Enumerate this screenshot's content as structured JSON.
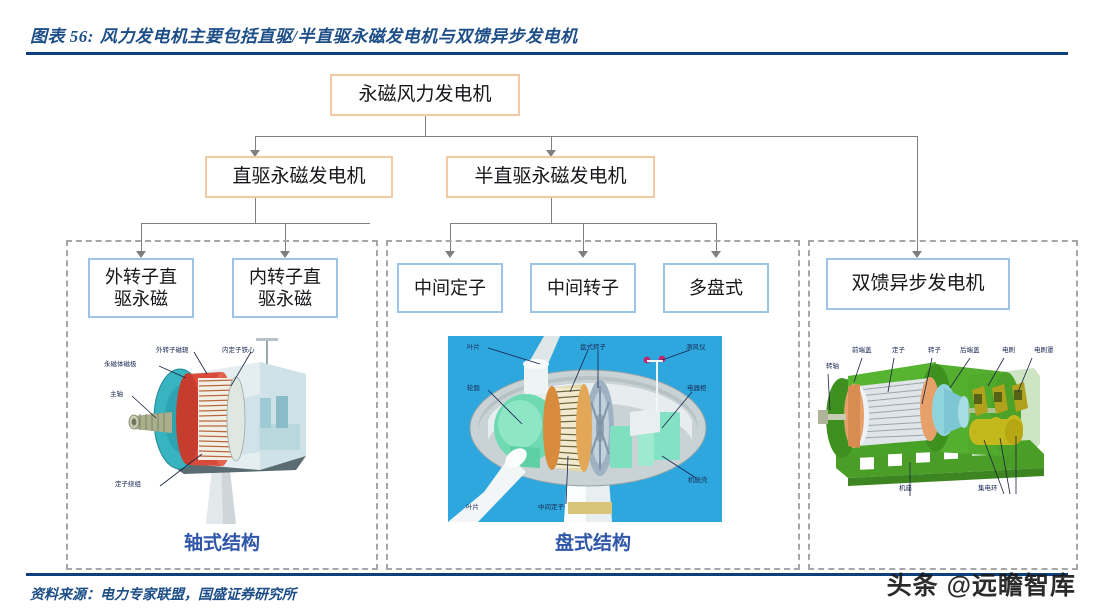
{
  "header": {
    "figure_number": "图表 56:",
    "title": "风力发电机主要包括直驱/半直驱永磁发电机与双馈异步发电机",
    "accent_color": "#0d3f7a"
  },
  "footer": {
    "source": "资料来源：电力专家联盟，国盛证券研究所",
    "watermark": "头条 @远瞻智库"
  },
  "flow": {
    "root": {
      "label": "永磁风力发电机",
      "border_color": "#f5c9a4"
    },
    "level2": [
      {
        "label": "直驱永磁发电机",
        "border_color": "#f5c9a4"
      },
      {
        "label": "半直驱永磁发电机",
        "border_color": "#f5c9a4"
      }
    ],
    "level3": [
      {
        "label": "外转子直\n驱永磁",
        "border_color": "#9dc3e6"
      },
      {
        "label": "内转子直\n驱永磁",
        "border_color": "#9dc3e6"
      },
      {
        "label": "中间定子",
        "border_color": "#9dc3e6"
      },
      {
        "label": "中间转子",
        "border_color": "#9dc3e6"
      },
      {
        "label": "多盘式",
        "border_color": "#9dc3e6"
      },
      {
        "label": "双馈异步发电机",
        "border_color": "#9dc3e6"
      }
    ]
  },
  "groups": [
    {
      "caption": "轴式结构",
      "caption_color": "#2f56a8"
    },
    {
      "caption": "盘式结构",
      "caption_color": "#2f56a8"
    },
    {
      "caption": "",
      "caption_color": "#2f56a8"
    }
  ],
  "figures": {
    "axial": {
      "name": "axial-flux-generator-cutaway",
      "labels": [
        "外转子磁轭",
        "内定子铁心",
        "永磁体磁极",
        "主轴",
        "定子绕组"
      ]
    },
    "disc": {
      "name": "disc-type-nacelle-cutaway",
      "labels": [
        "叶片",
        "盘式转子",
        "测风仪",
        "轮毂",
        "电器柜",
        "机舱壳",
        "中间定子",
        "叶片"
      ]
    },
    "dfig": {
      "name": "doubly-fed-induction-generator-cutaway",
      "labels": [
        "转轴",
        "前端盖",
        "定子",
        "转子",
        "后端盖",
        "电刷",
        "电刷罩",
        "机座",
        "集电环"
      ]
    }
  }
}
